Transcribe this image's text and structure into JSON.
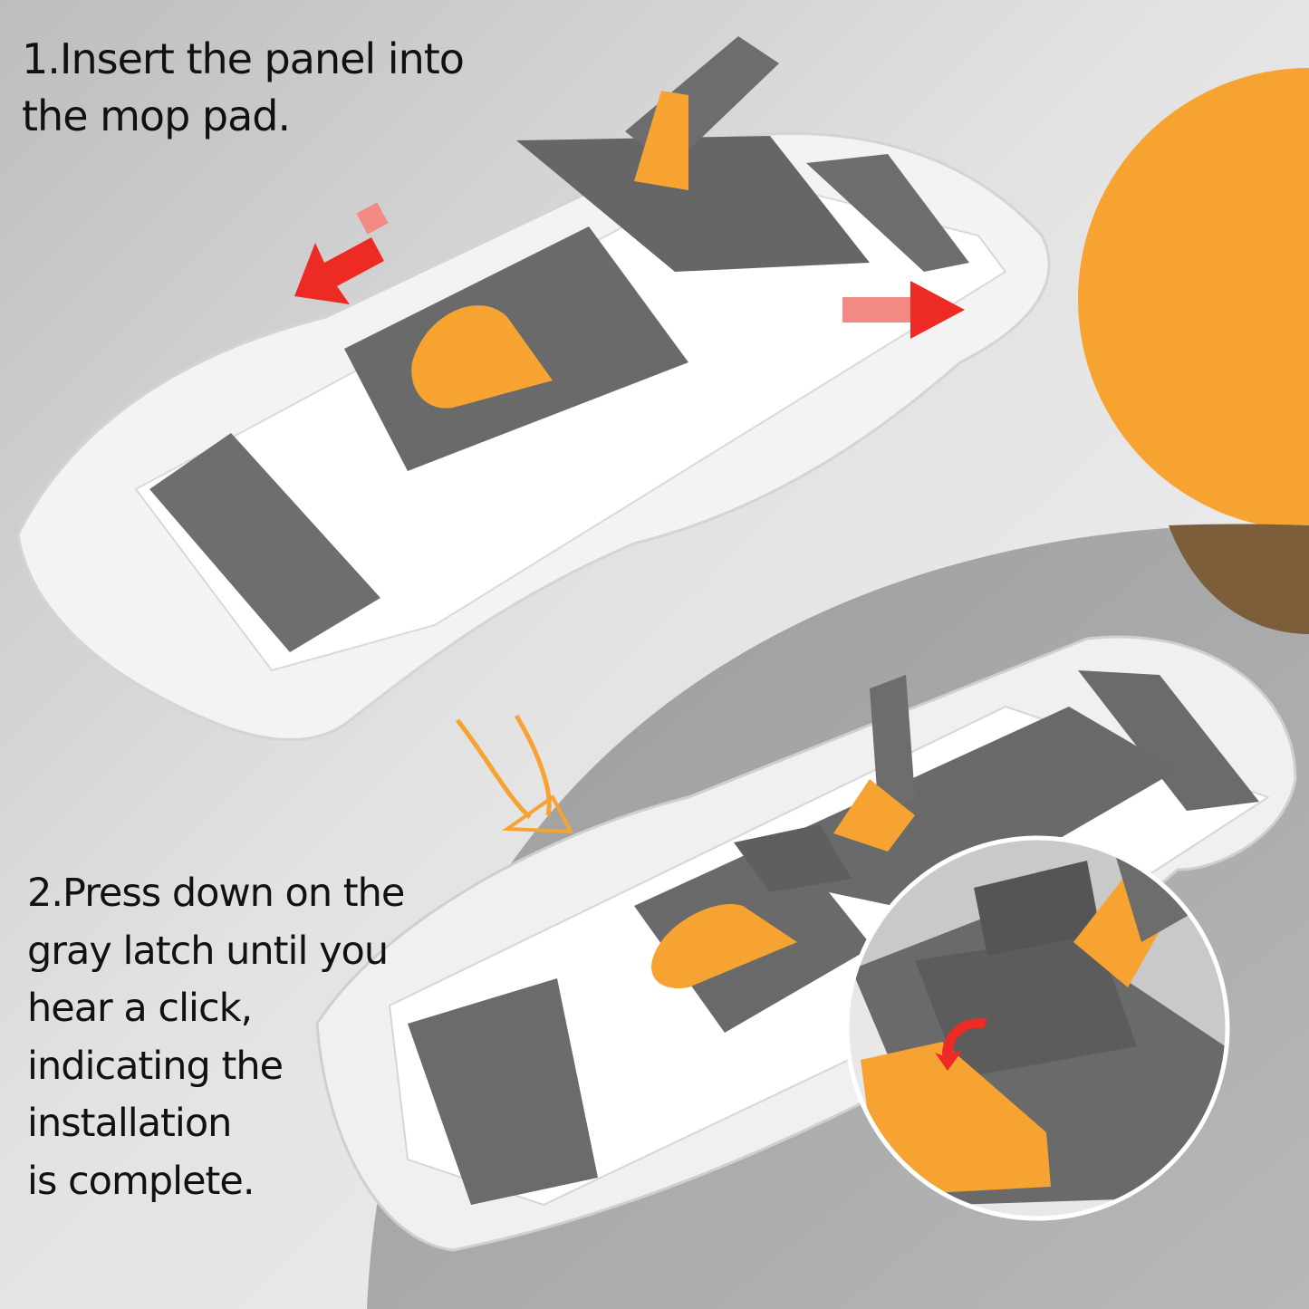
{
  "steps": [
    {
      "lines": [
        "1.Insert the panel into",
        "the mop pad."
      ]
    },
    {
      "lines": [
        "2.Press down on the",
        "gray latch until you",
        "hear a click,",
        "indicating the",
        "installation",
        "is complete."
      ]
    }
  ],
  "colors": {
    "accent_orange": "#f7a331",
    "panel_gray": "#6f6f6f",
    "arrow_red": "#ee2a24",
    "background_light": "#ececec",
    "background_gray": "#a2a2a2"
  },
  "icons": [
    "left-arrow-icon",
    "right-arrow-icon",
    "curved-down-arrow-icon",
    "press-arrow-icon"
  ]
}
